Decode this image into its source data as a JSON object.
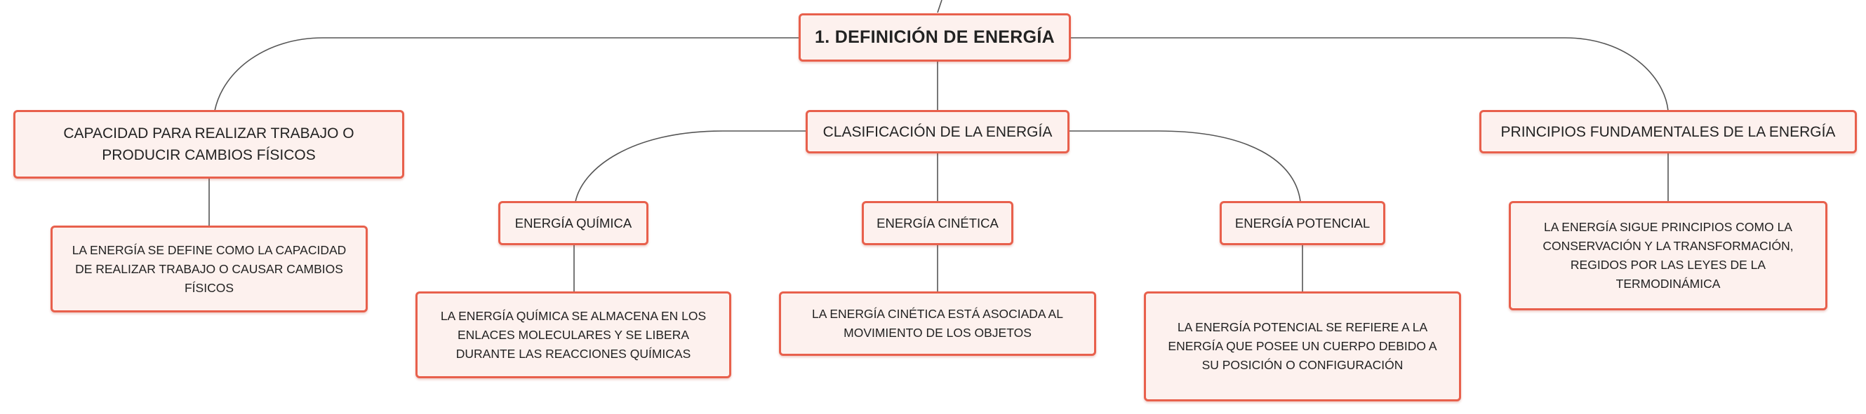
{
  "diagram": {
    "root": {
      "text": "1. DEFINICIÓN DE ENERGÍA"
    },
    "branches": [
      {
        "text": "CAPACIDAD PARA REALIZAR TRABAJO O PRODUCIR CAMBIOS FÍSICOS",
        "detail": "LA ENERGÍA SE DEFINE COMO LA CAPACIDAD DE REALIZAR TRABAJO O CAUSAR CAMBIOS FÍSICOS"
      },
      {
        "text": "CLASIFICACIÓN DE LA ENERGÍA",
        "children": [
          {
            "text": "ENERGÍA QUÍMICA",
            "detail": "LA ENERGÍA QUÍMICA SE ALMACENA EN LOS ENLACES MOLECULARES Y SE LIBERA DURANTE LAS REACCIONES QUÍMICAS"
          },
          {
            "text": "ENERGÍA CINÉTICA",
            "detail": "LA ENERGÍA CINÉTICA ESTÁ ASOCIADA AL MOVIMIENTO DE LOS OBJETOS"
          },
          {
            "text": "ENERGÍA POTENCIAL",
            "detail": "LA ENERGÍA POTENCIAL SE REFIERE A LA ENERGÍA QUE POSEE UN CUERPO DEBIDO A SU POSICIÓN O CONFIGURACIÓN"
          }
        ]
      },
      {
        "text": "PRINCIPIOS FUNDAMENTALES DE LA ENERGÍA",
        "detail": "LA ENERGÍA SIGUE PRINCIPIOS COMO LA CONSERVACIÓN Y LA TRANSFORMACIÓN, REGIDOS POR LAS LEYES DE LA TERMODINÁMICA"
      }
    ],
    "colors": {
      "node_border": "#e8604c",
      "node_fill": "#fdf1ee",
      "connector": "#555555"
    }
  }
}
